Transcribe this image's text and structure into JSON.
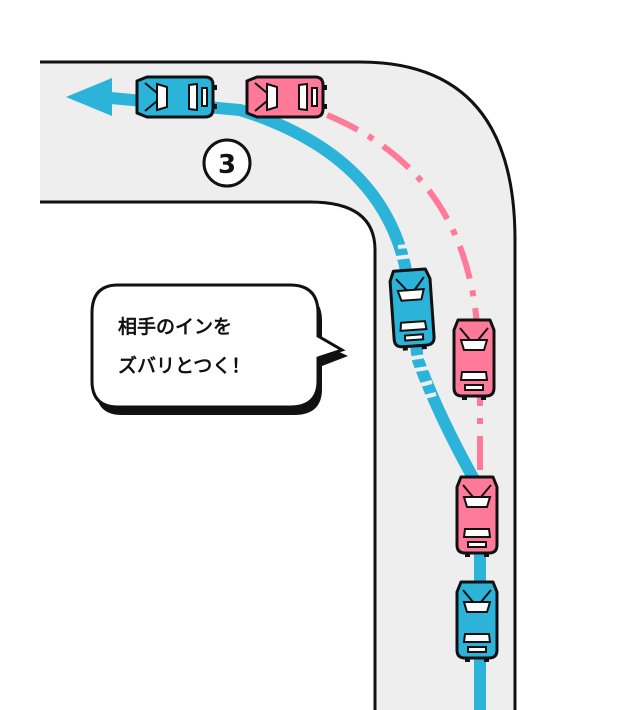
{
  "diagram": {
    "step_number": "3",
    "speech_bubble": {
      "line1": "相手のインを",
      "line2": "ズバリとつく！"
    },
    "colors": {
      "road": "#eeeeee",
      "outline": "#111111",
      "blue_car": "#2bb3d9",
      "pink_car": "#ff7a99",
      "background": "#ffffff"
    }
  }
}
